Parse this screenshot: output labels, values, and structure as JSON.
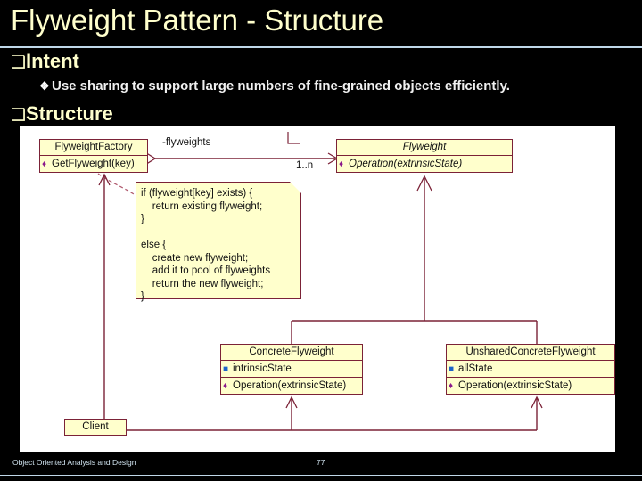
{
  "slide": {
    "title": "Flyweight Pattern - Structure",
    "bullet_glyph_level1": "❑",
    "bullet_glyph_level2": "❖"
  },
  "bullets": {
    "intent_heading": "Intent",
    "intent_text": "Use sharing to support large numbers of fine-grained objects efficiently.",
    "structure_heading": "Structure"
  },
  "diagram": {
    "classes": {
      "factory": {
        "name": "FlyweightFactory",
        "operations": [
          "GetFlyweight(key)"
        ]
      },
      "flyweight": {
        "name": "Flyweight",
        "operations": [
          "Operation(extrinsicState)"
        ]
      },
      "concrete_flyweight": {
        "name": "ConcreteFlyweight",
        "attributes": [
          "intrinsicState"
        ],
        "operations": [
          "Operation(extrinsicState)"
        ]
      },
      "unshared_concrete_flyweight": {
        "name": "UnsharedConcreteFlyweight",
        "attributes": [
          "allState"
        ],
        "operations": [
          "Operation(extrinsicState)"
        ]
      },
      "client": {
        "name": "Client"
      }
    },
    "edge_labels": {
      "flyweights_role": "-flyweights",
      "multiplicity": "1..n"
    },
    "note": {
      "lines": [
        "if (flyweight[key] exists) {",
        "    return existing flyweight;",
        "}",
        "",
        "else {",
        "    create new flyweight;",
        "    add it to pool of flyweights",
        "    return the new flyweight;",
        "}"
      ]
    },
    "colors": {
      "box_fill": "#FFFFCC",
      "box_border": "#7B2237",
      "line": "#7B2237",
      "panel_bg": "#FFFFFF",
      "operation_marker": "#8B1A8B",
      "attribute_marker": "#1D64C8"
    }
  },
  "footer": {
    "course": "Object Oriented Analysis and Design",
    "page_number": "77"
  },
  "theme": {
    "background": "#000000",
    "title_color": "#FFFFCC",
    "body_color": "#F0F0F0",
    "rule_color": "#BFD7E8"
  }
}
